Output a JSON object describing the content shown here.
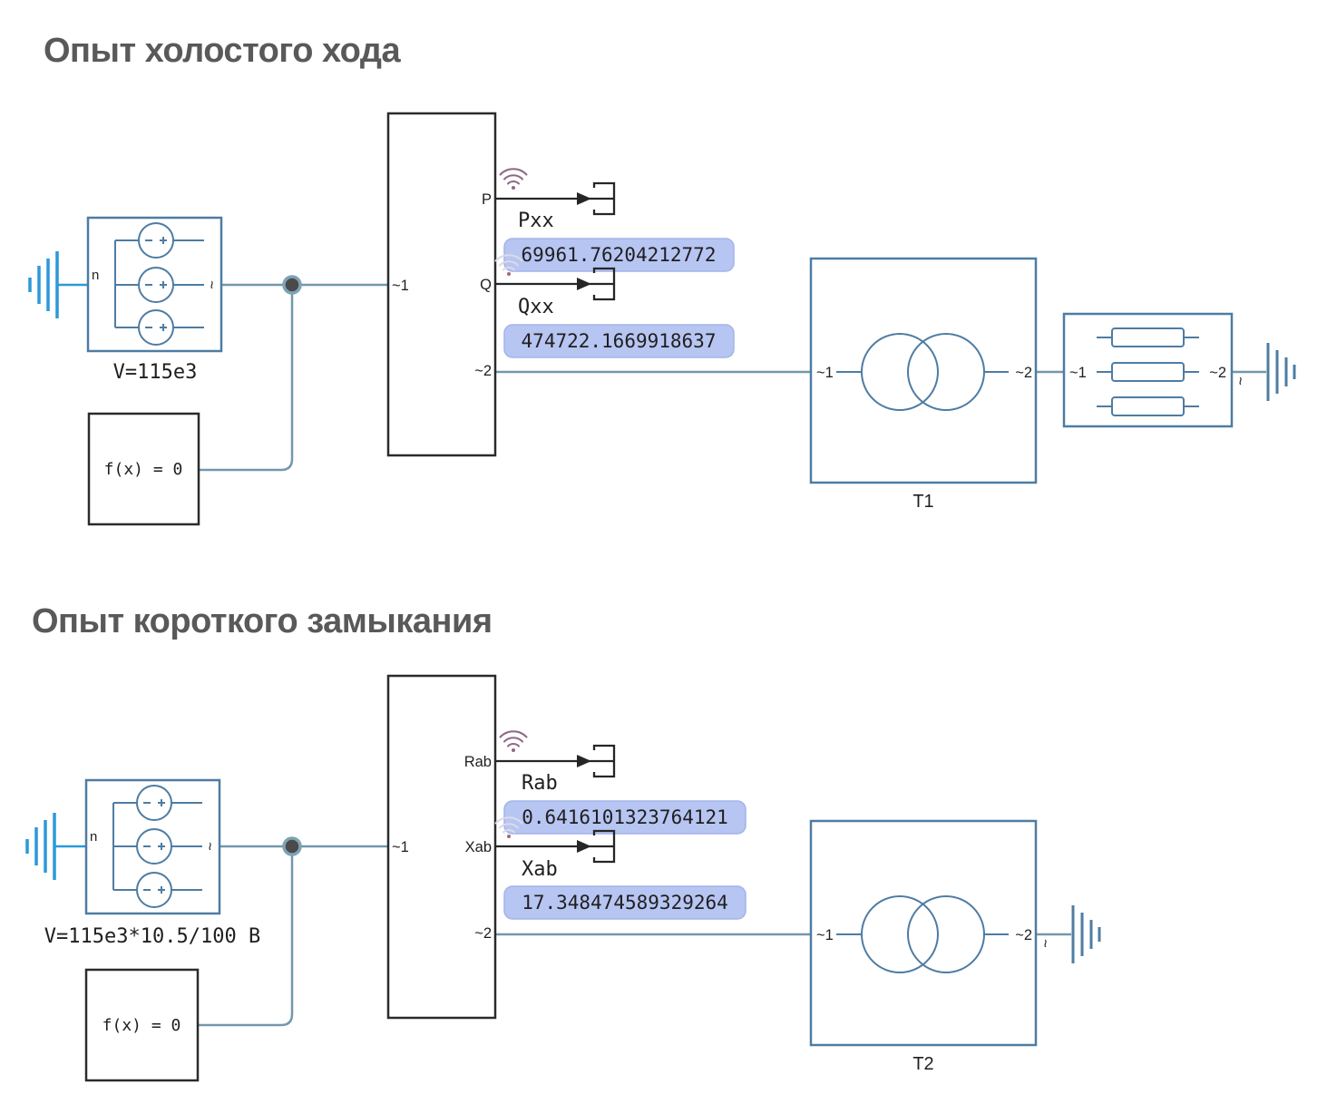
{
  "titles": {
    "no_load": "Опыт холостого хода",
    "short_circuit": "Опыт короткого замыкания"
  },
  "colors": {
    "wire_steel": "#7298ac",
    "block_border": "#4e7ca3",
    "bright_blue": "#2b99d9",
    "signal_black": "#262626",
    "display_fill": "#b7c5f2",
    "wifi_purple": "#8f6984",
    "title_gray": "#595959"
  },
  "s1": {
    "source": {
      "label": "V=115e3",
      "port_n": "n",
      "port_ac": "~"
    },
    "solver": {
      "label": "f(x) = 0"
    },
    "meter": {
      "port_in": "~1",
      "port_out": "~2",
      "out1": "P",
      "out2": "Q"
    },
    "sig1": {
      "label": "Pxx",
      "value": "69961.76204212772"
    },
    "sig2": {
      "label": "Qxx",
      "value": "474722.1669918637"
    },
    "transformer": {
      "label": "T1",
      "port_in": "~1",
      "port_out": "~2"
    },
    "load": {
      "port_in": "~1",
      "port_out": "~2"
    },
    "ground_out": {
      "port_ac": "~"
    }
  },
  "s2": {
    "source": {
      "label": "V=115e3*10.5/100 В",
      "port_n": "n",
      "port_ac": "~"
    },
    "solver": {
      "label": "f(x) = 0"
    },
    "meter": {
      "port_in": "~1",
      "port_out": "~2",
      "out1": "Rab",
      "out2": "Xab"
    },
    "sig1": {
      "label": "Rab",
      "value": "0.6416101323764121"
    },
    "sig2": {
      "label": "Xab",
      "value": "17.348474589329264"
    },
    "transformer": {
      "label": "T2",
      "port_in": "~1",
      "port_out": "~2"
    },
    "ground_out": {
      "port_ac": "~"
    }
  }
}
